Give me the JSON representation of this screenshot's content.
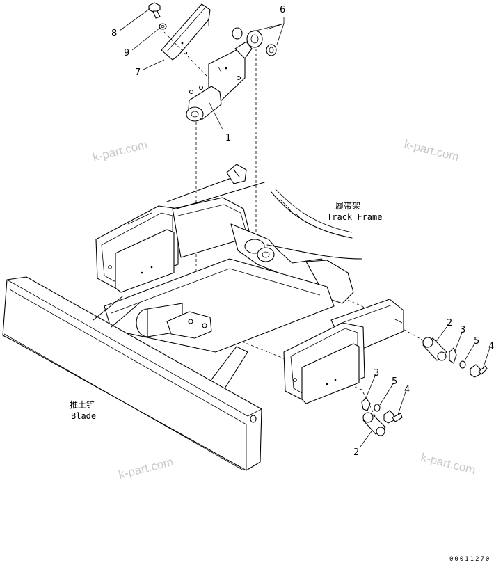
{
  "callouts": {
    "c1": "1",
    "c2a": "2",
    "c2b": "2",
    "c3a": "3",
    "c3b": "3",
    "c4a": "4",
    "c4b": "4",
    "c5a": "5",
    "c5b": "5",
    "c6": "6",
    "c7": "7",
    "c8": "8",
    "c9": "9"
  },
  "labels": {
    "track_frame_cn": "履带架",
    "track_frame_en": "Track Frame",
    "blade_cn": "推土铲",
    "blade_en": "Blade"
  },
  "watermarks": [
    "k-part.com",
    "k-part.com",
    "k-part.com",
    "k-part.com"
  ],
  "drawing_code": "00011270"
}
